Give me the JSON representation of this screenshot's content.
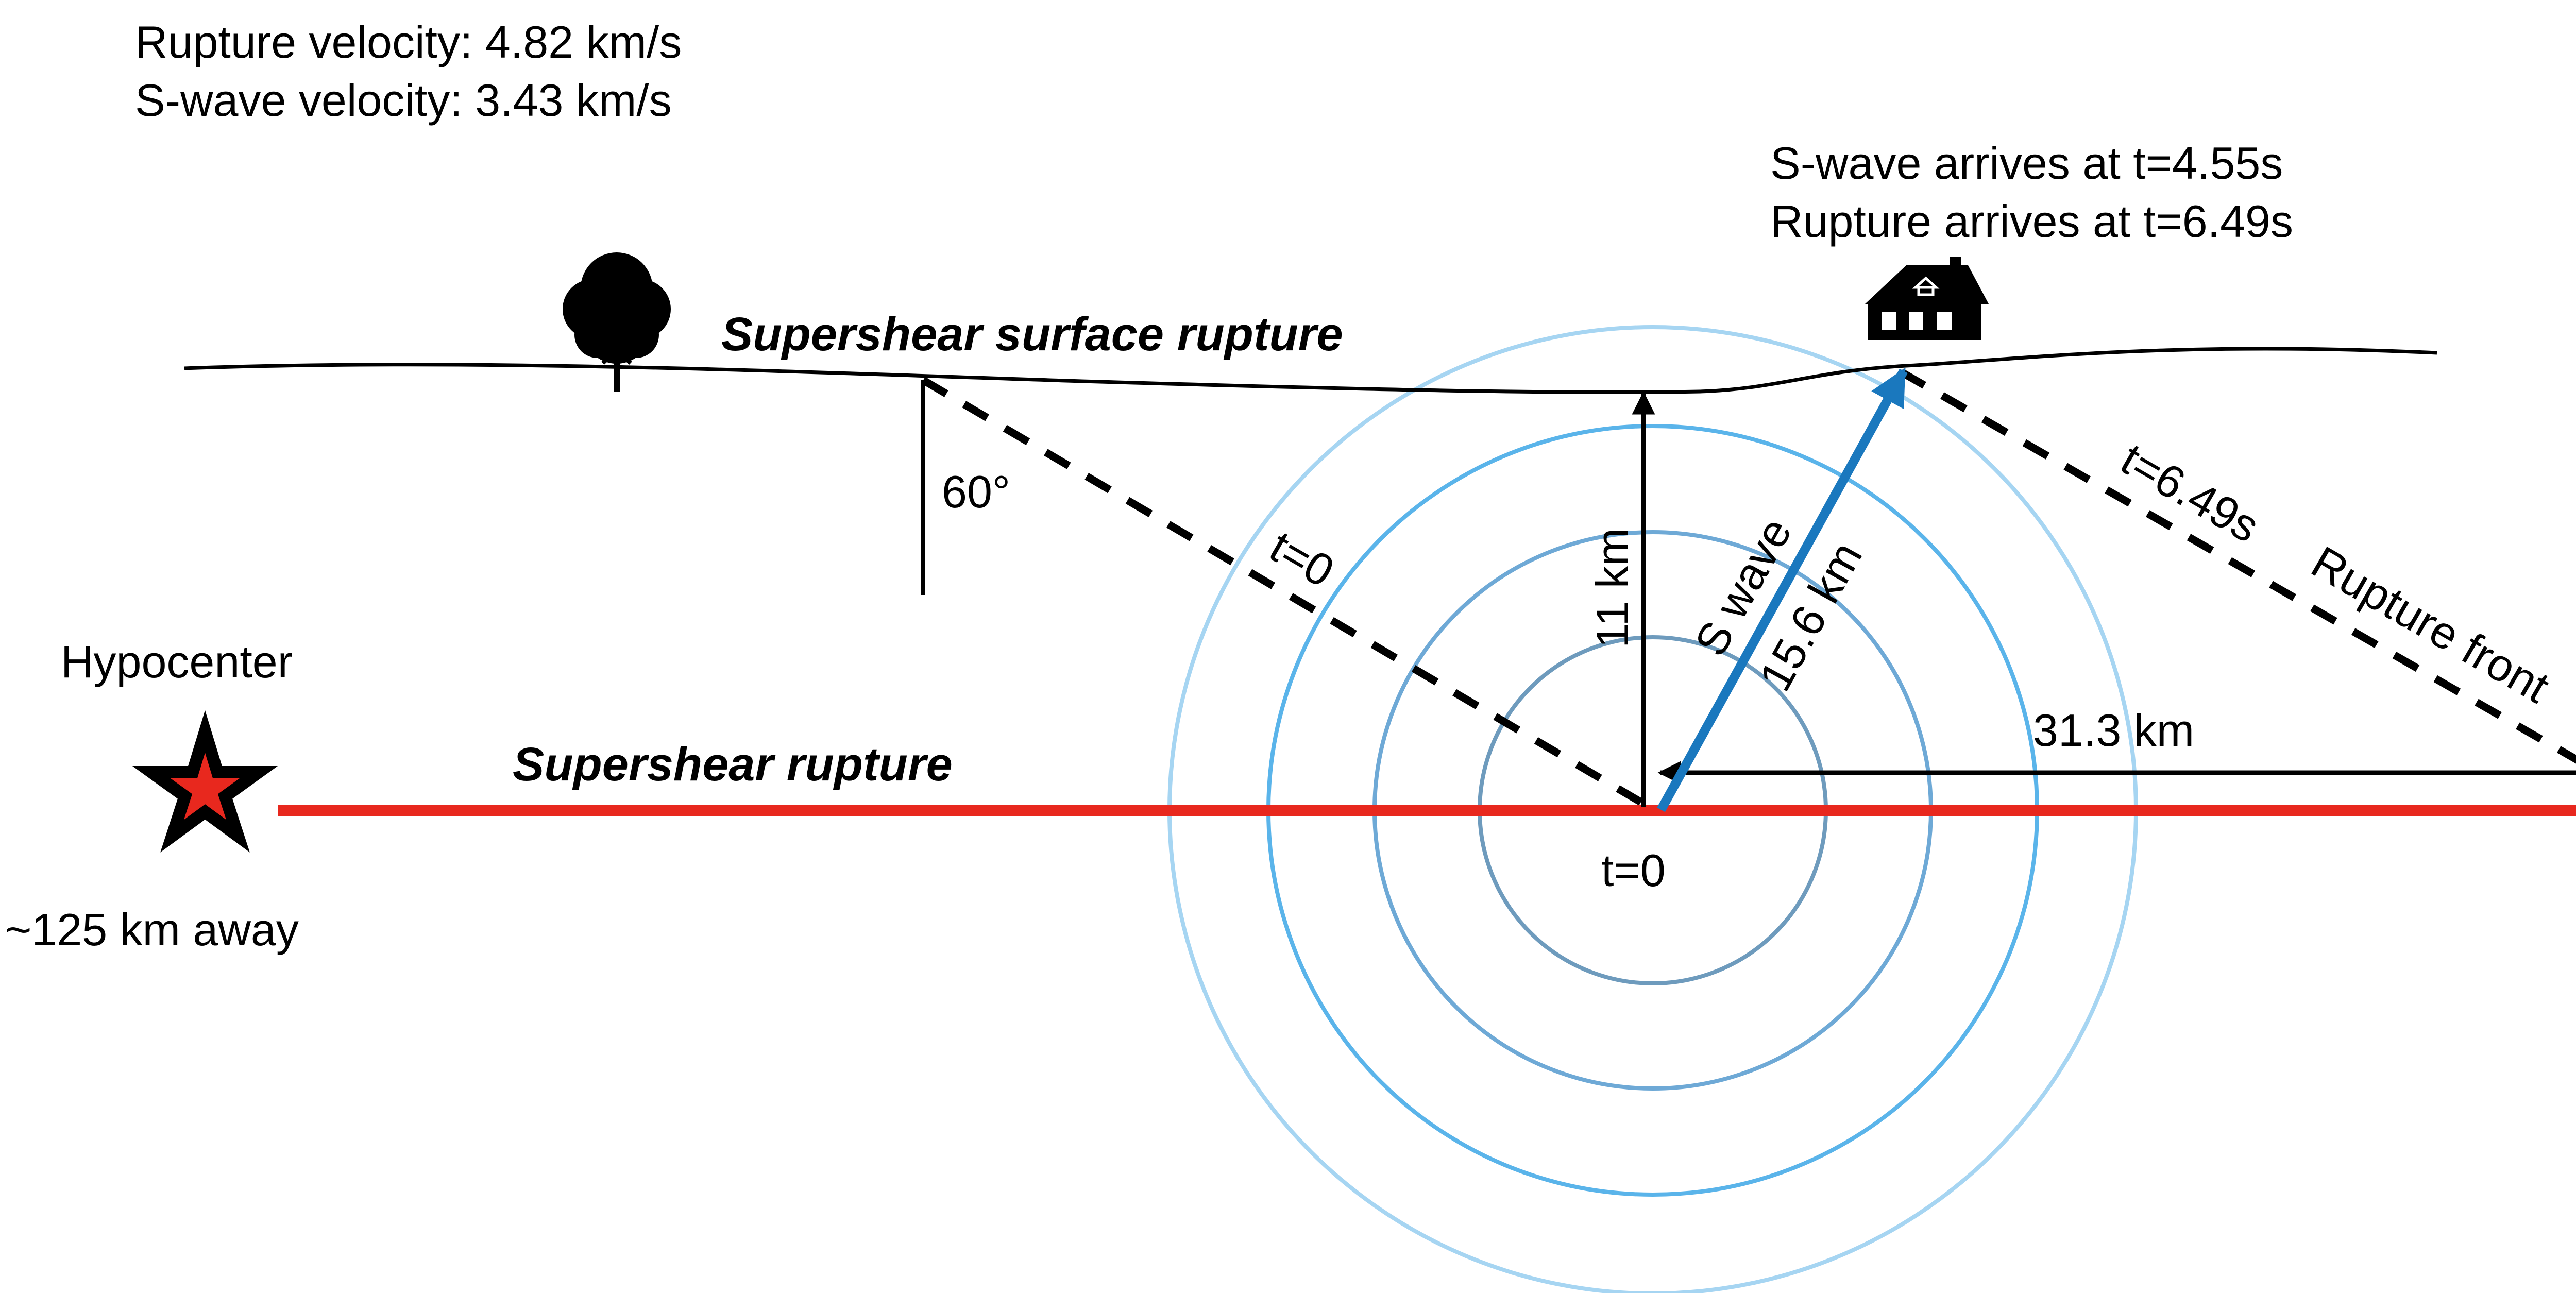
{
  "info": {
    "rupture_velocity": "Rupture velocity: 4.82 km/s",
    "swave_velocity": "S-wave velocity: 3.43 km/s"
  },
  "arrivals": {
    "swave": "S-wave arrives at t=4.55s",
    "rupture": "Rupture arrives at t=6.49s"
  },
  "labels": {
    "surface_rupture": "Supershear surface rupture",
    "supershear_rupture": "Supershear rupture",
    "hypocenter": "Hypocenter",
    "distance": "~125 km away",
    "angle": "60°",
    "t0_dashed": "t=0",
    "t0_origin": "t=0",
    "depth": "11 km",
    "swave": "S wave",
    "swave_length": "15.6 km",
    "horizontal": "31.3 km",
    "front_time": "t=6.49s",
    "front": "Rupture front"
  },
  "colors": {
    "rupture": "#e8281e",
    "swave_arrow": "#1a78be",
    "ring_1": "#6e9bbd",
    "ring_2": "#6ea9d6",
    "ring_3": "#5ab4ea",
    "ring_4": "#a6d5f2",
    "ink": "#000000"
  }
}
